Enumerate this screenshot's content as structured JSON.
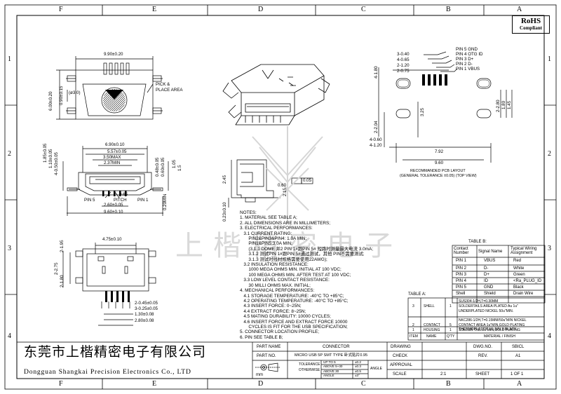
{
  "zones_top": [
    "F",
    "E",
    "D",
    "C",
    "B",
    "A"
  ],
  "zones_bottom": [
    "F",
    "E",
    "D",
    "C",
    "B",
    "A"
  ],
  "zones_left": [
    "1",
    "2",
    "3",
    "4"
  ],
  "zones_right": [
    "1",
    "2",
    "3",
    "4"
  ],
  "rohs": {
    "line1": "RoHS",
    "line2": "Compliant"
  },
  "watermark": "上楷精密电子",
  "top_view": {
    "d_width": "9.90±0.20",
    "d_left1": "6.00±0.20",
    "d_left2": "0.90±0.15",
    "d_hole": "(ø3.0)",
    "pick_label1": "PICK &",
    "pick_label2": "PLACE AREA"
  },
  "front_view": {
    "d1": "6.90±0.10",
    "d2": "5.57±0.05",
    "d3": "3.50MAX",
    "d4": "2.37MIN",
    "d_l1": "1.85±0.05",
    "d_l2": "1.10±0.05",
    "d_l3": "4-0.50±0.05",
    "d_r1": "0.48±0.05",
    "d_r2": "0.60±0.05",
    "d_r3": "1.05",
    "d_r4": "1.5",
    "d_r5": "0.20MIN",
    "d_pitch_val": "0.65",
    "d_pitch": "PITCH",
    "pin5": "PIN 5",
    "pin1": "PIN 1",
    "d_b1": "2.60±0.05",
    "d_b2": "9.60±0.10"
  },
  "bottom_view": {
    "d_top": "4.75±0.10",
    "d_l1": "2-1.95",
    "d_l2": "2-2.75",
    "d_l3": "2-1.80",
    "d_b1": "2-0.45±0.05",
    "d_b2": "3-0.25±0.05",
    "d_b3": "1.30±0.08",
    "d_b4": "2.80±0.08"
  },
  "side_view": {
    "d_v1": "2.45",
    "d_v2": "0.23±0.10",
    "d_v3": "2.15",
    "d_v4": "0.60",
    "flatness": "0.05"
  },
  "pcb_layout": {
    "dims_top": [
      "3-0.40",
      "4-0.65",
      "2-1.20",
      "2-0.75"
    ],
    "d_v1": "4-1.80",
    "d_v2": "2-2.04",
    "d_v3": "4-0.60",
    "d_v4": "4-1.20",
    "d_center": "3.25",
    "d_r1": "2-2.80",
    "d_r2": "1.80",
    "d_r3": "1.45",
    "d_b1": "7.92",
    "d_b2": "9.60",
    "pins": [
      "PIN 5 GND",
      "PIN 4 OTG ID",
      "PIN 3 D+",
      "PIN 2 D-",
      "PIN 1 VBUS"
    ],
    "caption1": "RECOMMANDED PCB LAYOUT",
    "caption2": "(GENERAL TOLERANCE ±0.05) (TOP VIEW)"
  },
  "notes": [
    "NOTES:",
    "1. MATERIAL SEE TABLE A;",
    "2. ALL DIMENSIONS ARE IN MILLIMETERS;",
    "3. ELECTRICAL PERFORMANCES:",
    "   3.1 CURRENT RATING:",
    "       PIN2&PIN3&PIN4: 1.0A MIN;",
    "       PIN1&PIN5:3.0A MIN;",
    "       (3.1.1 DOME 并2 PIN 1#跟PIN 5# 短路时测量最大电流 3.0mA;",
    "       3.1.2 测试PIN 1#跟PIN 5#通过测试，其他 PIN不需要测试;",
    "       3.1.3 测试时线材规格需要使用22AWG);",
    "   3.2 INSULATION RESISTANCE:",
    "       1000 MEGA OHMS MIN. INITIAL AT 100 VDC;",
    "       100 MEGA OHMS MIN. AFTER TEST AT 100 VDC;",
    "   3.3 LOW LEVEL CONTACT RESISTANCE:",
    "       30 MILLI OHMS MAX. INITIAL;",
    "4. MECHANICAL PERFORMANCES:",
    "   4.1 STORAGE TEMPERATURE: -40°C TO +85°C;",
    "   4.2 OPERATING TEMPERATURE: -40°C TO +85°C;",
    "   4.3 INSERT FORCE: 0~25N;",
    "   4.4 EXTRACT FORCE: 8~25N;",
    "   4.5 MATING DURABILITY: 10000 CYCLES;",
    "   4.6 INSERT FORCE AND EXTRACT FORCE 10000",
    "       CYCLES IS FIT FOR THE USB SPECIFICATION;",
    "5. CONNECTOR LOCATION PROFILE;",
    "6. PIN SEE TABLE B;"
  ],
  "table_b": {
    "title": "TABLE B:",
    "headers": [
      "Contact Number",
      "Signal Name",
      "Typical Wiring Assignment"
    ],
    "rows": [
      [
        "PIN 1",
        "VBUS",
        "Red"
      ],
      [
        "PIN 2",
        "D-",
        "White"
      ],
      [
        "PIN 3",
        "D+",
        "Green"
      ],
      [
        "PIN 4",
        "ID",
        "<Ra_PLUG_ID"
      ],
      [
        "PIN 5",
        "GND",
        "Black"
      ],
      [
        "Shell",
        "Shield",
        "Drain Wire"
      ]
    ]
  },
  "table_a": {
    "title": "TABLE A:",
    "rows": [
      {
        "item": "3",
        "name": "SHELL",
        "qty": "1",
        "mat": [
          "SUS304-1/2H,T=0.30MM",
          "SOLDERTAILS AREA PLATED Au 1u\"",
          "UNDERPLATED NICKEL 50u\"MIN."
        ]
      },
      {
        "item": "2",
        "name": "CONTACT",
        "qty": "5",
        "mat": [
          "NKC286-1/2H,T=0.15MM/50u\"MIN NICKEL",
          "CONTACT AREA:1u\"MIN,GOLD PLATING",
          "SOLDER TAIL:2u\"MIN,GOLD PLATING"
        ]
      },
      {
        "item": "1",
        "name": "HOUSING",
        "qty": "1",
        "mat": [
          "THERMOPLASTIC UL 94V-0 BLACK"
        ]
      }
    ],
    "headers": [
      "ITEM",
      "NAME",
      "Q'TY",
      "MATERIAL / FINISH"
    ]
  },
  "title_block": {
    "company_cn": "东莞市上楷精密电子有限公司",
    "company_en": "Dongguan Shangkai Precision Electronics Co., LTD",
    "part_name_label": "PART NAME",
    "part_name": "CONNECTOR",
    "part_no_label": "PART NO.",
    "part_no": "MICRO USB 5P SMT TYPE 卧式贴片0.95",
    "unit": "mm",
    "tol_label1": "TOLERANCE",
    "tol_label2": "OTHERWISE",
    "tol_rows": [
      [
        "UP TO 5",
        "±0.2"
      ],
      [
        "ABOVE 5~30",
        "±0.3"
      ],
      [
        "ABOVE 30",
        "±0.5"
      ],
      [
        "ANGLE",
        "±3°"
      ]
    ],
    "angle_label": "ANGLE",
    "drawing_label": "DRAWING",
    "check_label": "CHECK",
    "approval_label": "APPROVAL",
    "scale_label": "SCALE",
    "scale": "2:1",
    "dwg_no_label": "DWG.NO.",
    "dwg_no": "SBICL",
    "rev_label": "REV.",
    "rev": "A1",
    "sheet_label": "SHEET",
    "sheet": "1 OF 1"
  }
}
